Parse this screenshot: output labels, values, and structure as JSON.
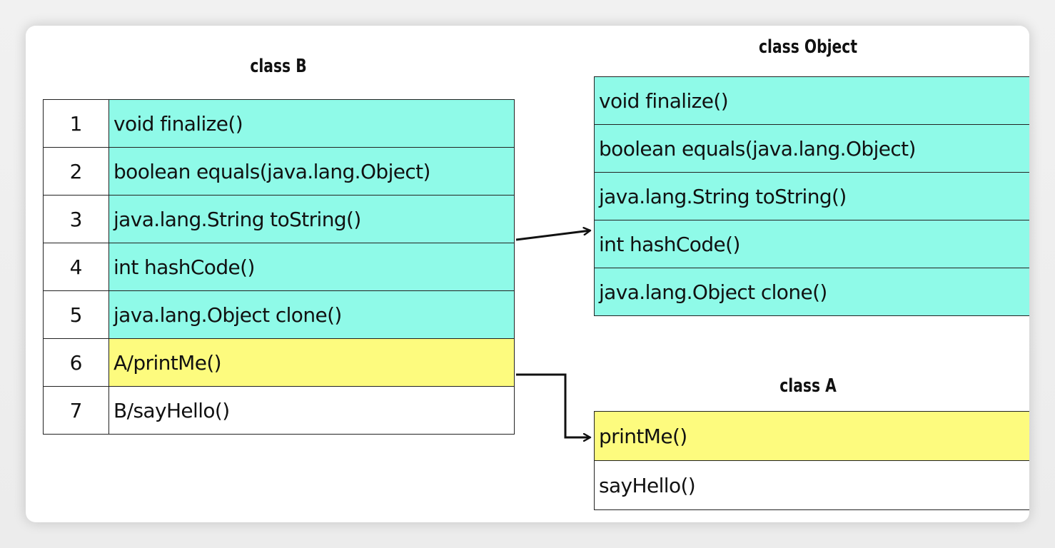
{
  "class_b": {
    "title": "class B",
    "rows": [
      {
        "index": "1",
        "method": "void finalize()",
        "color": "#8ffae8"
      },
      {
        "index": "2",
        "method": "boolean equals(java.lang.Object)",
        "color": "#8ffae8"
      },
      {
        "index": "3",
        "method": "java.lang.String toString()",
        "color": "#8ffae8"
      },
      {
        "index": "4",
        "method": "int hashCode()",
        "color": "#8ffae8"
      },
      {
        "index": "5",
        "method": "java.lang.Object clone()",
        "color": "#8ffae8"
      },
      {
        "index": "6",
        "method": "A/printMe()",
        "color": "#fdfb7e"
      },
      {
        "index": "7",
        "method": "B/sayHello()",
        "color": "#ffffff"
      }
    ]
  },
  "class_object": {
    "title": "class Object",
    "rows": [
      {
        "method": "void finalize()",
        "color": "#8ffae8"
      },
      {
        "method": "boolean equals(java.lang.Object)",
        "color": "#8ffae8"
      },
      {
        "method": "java.lang.String toString()",
        "color": "#8ffae8"
      },
      {
        "method": "int hashCode()",
        "color": "#8ffae8"
      },
      {
        "method": "java.lang.Object clone()",
        "color": "#8ffae8"
      }
    ]
  },
  "class_a": {
    "title": "class A",
    "rows": [
      {
        "method": "printMe()",
        "color": "#fdfb7e"
      },
      {
        "method": "sayHello()",
        "color": "#ffffff"
      }
    ]
  },
  "colors": {
    "inherited": "#8ffae8",
    "from_a": "#fdfb7e",
    "own": "#ffffff",
    "line": "#111111"
  }
}
